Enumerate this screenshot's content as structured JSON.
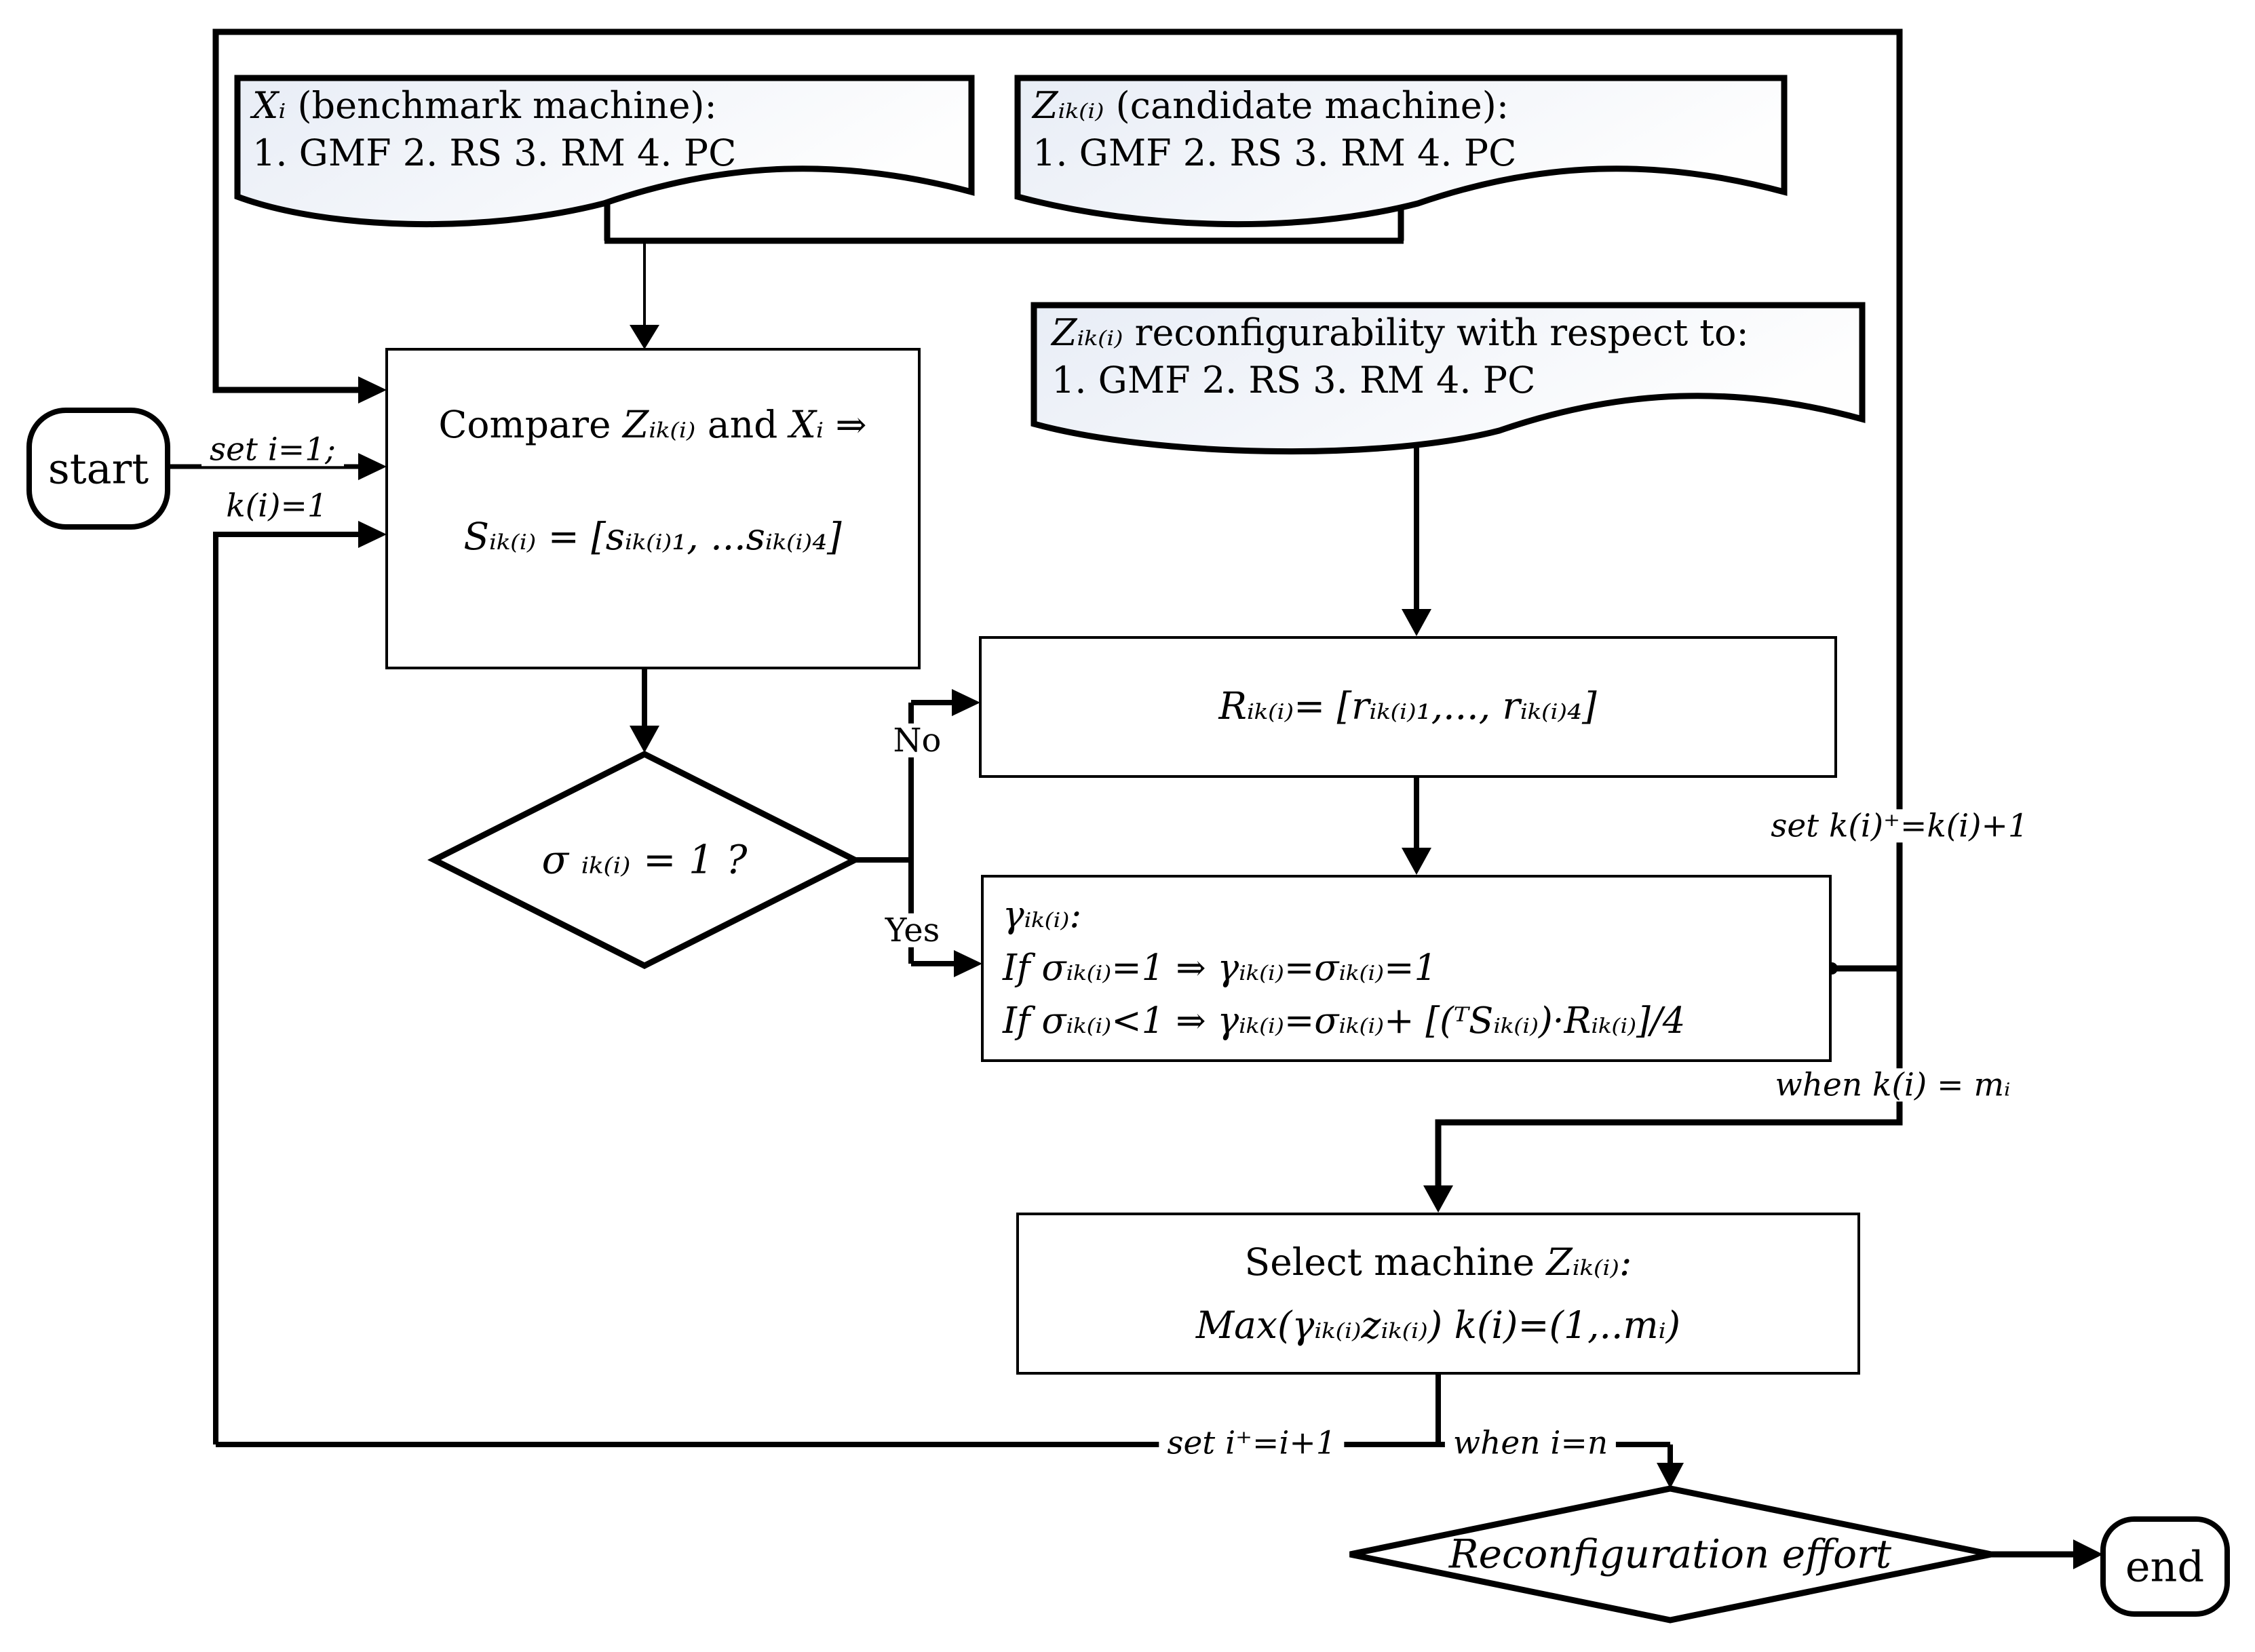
{
  "terminals": {
    "start": "start",
    "end": "end"
  },
  "documents": {
    "benchmark": {
      "title_math": "Xᵢ",
      "title_rest": " (benchmark machine):",
      "items": "1. GMF 2. RS 3. RM 4. PC"
    },
    "candidate": {
      "title_math": "Zᵢₖ₍ᵢ₎",
      "title_rest": " (candidate machine):",
      "items": "1. GMF 2. RS 3. RM 4. PC"
    },
    "reconfigurability": {
      "title_math": "Zᵢₖ₍ᵢ₎",
      "title_rest": " reconfigurability  with respect to:",
      "items": "1. GMF 2. RS 3. RM 4. PC"
    }
  },
  "process_boxes": {
    "compare": {
      "l1_a": "Compare ",
      "l1_b": "Zᵢₖ₍ᵢ₎",
      "l1_c": " and ",
      "l1_d": "Xᵢ",
      "l1_e": " ⇒",
      "l2": "Sᵢₖ₍ᵢ₎ = [sᵢₖ₍ᵢ₎₁, ...sᵢₖ₍ᵢ₎₄]"
    },
    "r_vector": {
      "text": "Rᵢₖ₍ᵢ₎= [rᵢₖ₍ᵢ₎₁,..., rᵢₖ₍ᵢ₎₄]"
    },
    "gamma": {
      "l1": "γᵢₖ₍ᵢ₎:",
      "l2": "If σᵢₖ₍ᵢ₎=1 ⇒ γᵢₖ₍ᵢ₎=σᵢₖ₍ᵢ₎=1",
      "l3": "If σᵢₖ₍ᵢ₎<1 ⇒ γᵢₖ₍ᵢ₎=σᵢₖ₍ᵢ₎+ [(ᵀSᵢₖ₍ᵢ₎)·Rᵢₖ₍ᵢ₎]/4"
    },
    "select": {
      "l1_a": "Select machine ",
      "l1_b": "Zᵢₖ₍ᵢ₎:",
      "l2": "Max(γᵢₖ₍ᵢ₎zᵢₖ₍ᵢ₎) k(i)=(1,..mᵢ)"
    }
  },
  "decisions": {
    "sigma": "σ ᵢₖ₍ᵢ₎ = 1 ?",
    "effort": "Reconfiguration effort"
  },
  "edge_labels": {
    "init_line1": "set i=1;",
    "init_line2": "k(i)=1",
    "no": "No",
    "yes": "Yes",
    "increment_k": "set k(i)⁺=k(i)+1",
    "when_k": "when k(i) = mᵢ",
    "increment_i": "set i⁺=i+1",
    "when_i": "when i=n"
  },
  "colors": {
    "line": "#000000",
    "shape_fill": "#ffffff",
    "document_fill": "#e8edf6",
    "background": "#ffffff"
  }
}
